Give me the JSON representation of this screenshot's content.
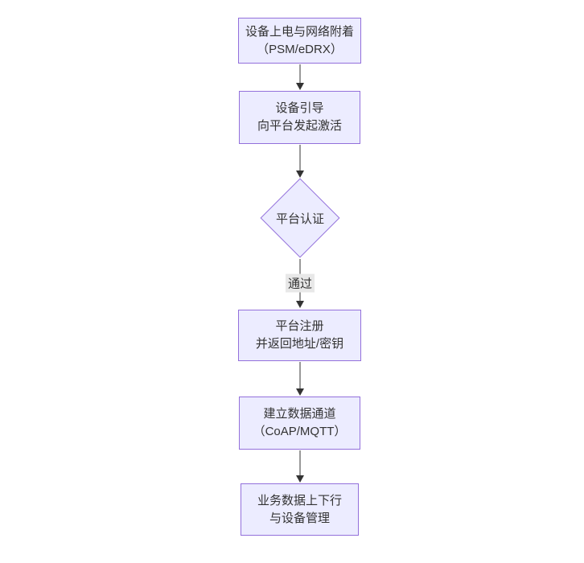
{
  "diagram": {
    "type": "flowchart",
    "direction": "top-down",
    "nodes": [
      {
        "id": "power-on-attach",
        "shape": "rect",
        "lines": [
          "设备上电与网络附着",
          "（PSM/eDRX）"
        ]
      },
      {
        "id": "bootstrap-activate",
        "shape": "rect",
        "lines": [
          "设备引导",
          "向平台发起激活"
        ]
      },
      {
        "id": "platform-auth",
        "shape": "diamond",
        "lines": [
          "平台认证"
        ]
      },
      {
        "id": "platform-register",
        "shape": "rect",
        "lines": [
          "平台注册",
          "并返回地址/密钥"
        ]
      },
      {
        "id": "data-channel",
        "shape": "rect",
        "lines": [
          "建立数据通道",
          "（CoAP/MQTT）"
        ]
      },
      {
        "id": "business-data",
        "shape": "rect",
        "lines": [
          "业务数据上下行",
          "与设备管理"
        ]
      }
    ],
    "edges": [
      {
        "from": "power-on-attach",
        "to": "bootstrap-activate",
        "label": ""
      },
      {
        "from": "bootstrap-activate",
        "to": "platform-auth",
        "label": ""
      },
      {
        "from": "platform-auth",
        "to": "platform-register",
        "label": "通过"
      },
      {
        "from": "platform-register",
        "to": "data-channel",
        "label": ""
      },
      {
        "from": "data-channel",
        "to": "business-data",
        "label": ""
      }
    ],
    "colors": {
      "node_fill": "#ECECFF",
      "node_border": "#9370DB",
      "text": "#333333",
      "arrow": "#333333",
      "edge_label_bg": "#e8e8e8"
    }
  }
}
